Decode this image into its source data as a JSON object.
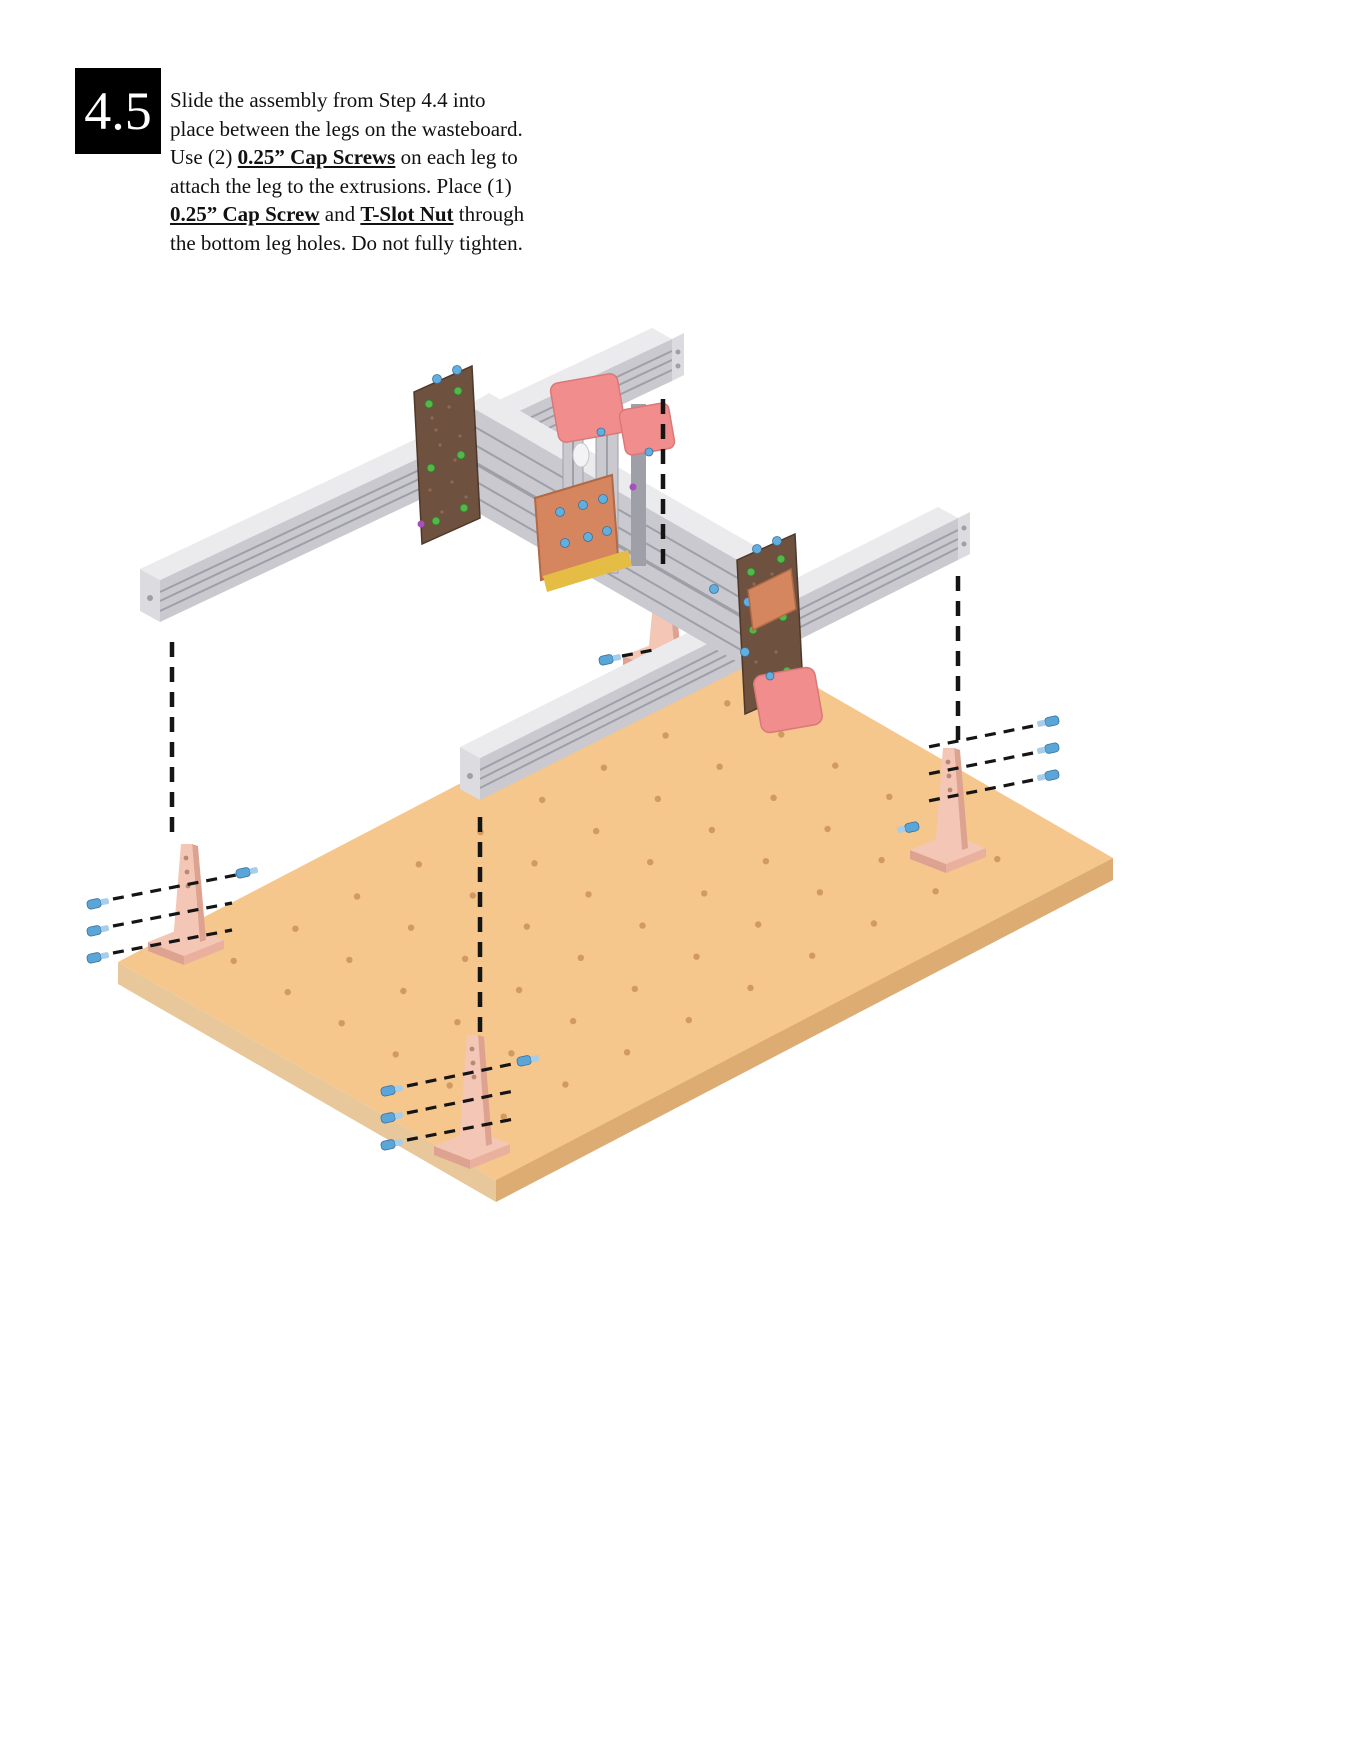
{
  "colors": {
    "page_background": "#ffffff",
    "step_box_bg": "#000000",
    "step_box_text": "#ffffff",
    "text": "#111111",
    "board_top": "#f5c78c",
    "board_edge_left": "#e8c79b",
    "board_edge_front": "#dcac73",
    "board_hole": "#d09a61",
    "leg": "#f3c6b6",
    "leg_shade": "#dda390",
    "leg_shade2": "#e9b19d",
    "leg_hole": "#b98872",
    "rail_top": "#ebebee",
    "rail_side": "#c9c9cf",
    "rail_groove": "#9f9fa8",
    "rail_end": "#dcdce0",
    "plate": "#6f5140",
    "plate_speckle": "#8d6b52",
    "copper": "#d6865f",
    "copper_stroke": "#b06a48",
    "motor_pink": "#f28d8d",
    "motor_pink_stroke": "#d97878",
    "yellow": "#e5bd45",
    "white_part": "#f3f3f5",
    "screw_blue": "#5ba6d8",
    "screw_tip": "#a6cdea",
    "dot_green": "#55b64a",
    "dot_blue": "#62aede",
    "dot_purple": "#a84fc0",
    "dash": "#151515"
  },
  "step": {
    "number": "4.5"
  },
  "instruction": {
    "lines": [
      {
        "segments": [
          {
            "text": "Slide the assembly from Step 4.4 into"
          }
        ]
      },
      {
        "segments": [
          {
            "text": "place between the legs on the wasteboard."
          }
        ]
      },
      {
        "segments": [
          {
            "text": "Use (2) "
          },
          {
            "text": "0.25” Cap Screws",
            "emphasis": true
          },
          {
            "text": " on each leg to"
          }
        ]
      },
      {
        "segments": [
          {
            "text": "attach the leg to the extrusions. Place (1)"
          }
        ]
      },
      {
        "segments": [
          {
            "text": "0.25” Cap Screw",
            "emphasis": true
          },
          {
            "text": " and "
          },
          {
            "text": "T-Slot Nut",
            "emphasis": true
          },
          {
            "text": " through"
          }
        ]
      },
      {
        "segments": [
          {
            "text": "the bottom leg holes. Do not fully tighten."
          }
        ]
      }
    ]
  }
}
